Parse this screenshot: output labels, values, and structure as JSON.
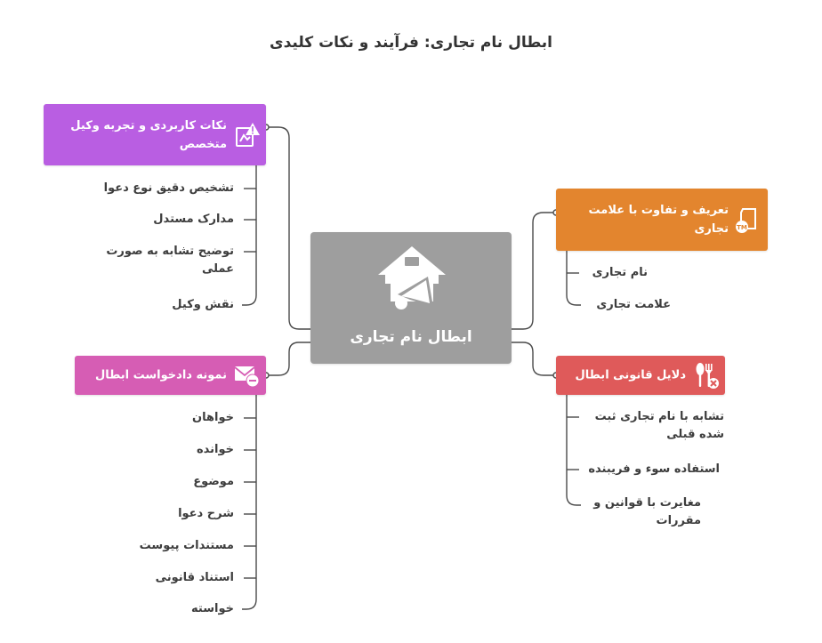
{
  "title": "ابطال نام تجاری: فرآیند و نکات کلیدی",
  "central": {
    "label": "ابطال نام تجاری",
    "icon": "house-megaphone-icon",
    "color": "#9e9e9e"
  },
  "branches": {
    "practical": {
      "label": "نکات کاربردی و تجربه وکیل متخصص",
      "icon": "warning-document-icon",
      "color": "#b95ee2",
      "leaves": [
        "تشخیص دقیق نوع دعوا",
        "مدارک مستدل",
        "توضیح تشابه به صورت عملی",
        "نقش وکیل"
      ]
    },
    "definition": {
      "label": "تعریف و تفاوت با علامت تجاری",
      "icon": "tm-document-icon",
      "color": "#e3852e",
      "leaves": [
        "نام تجاری",
        "علامت تجاری"
      ]
    },
    "petition": {
      "label": "نمونه دادخواست ابطال",
      "icon": "envelope-minus-icon",
      "color": "#d65db4",
      "leaves": [
        "خواهان",
        "خوانده",
        "موضوع",
        "شرح دعوا",
        "مستندات پیوست",
        "استناد قانونی",
        "خواسته"
      ]
    },
    "legal": {
      "label": "دلایل قانونی ابطال",
      "icon": "utensils-cross-icon",
      "color": "#df5a5a",
      "leaves": [
        "تشابه با نام تجاری ثبت شده قبلی",
        "استفاده سوء و فریبنده",
        "مغایرت با قوانین و مقررات"
      ]
    }
  }
}
